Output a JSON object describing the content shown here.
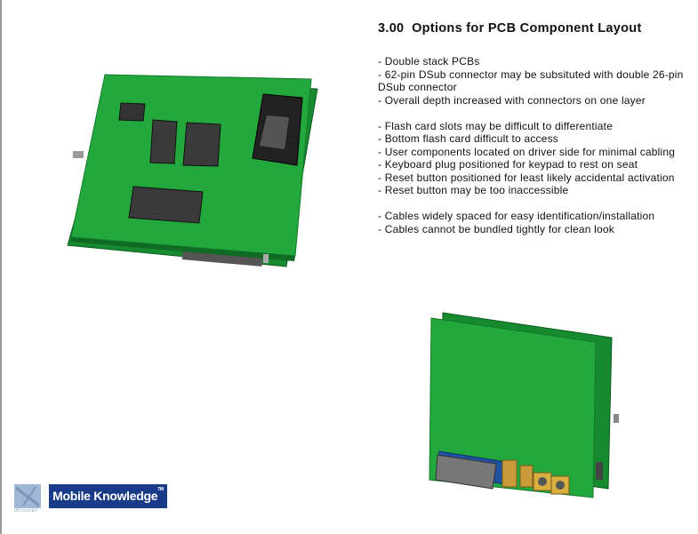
{
  "slide": {
    "title": "3.00  Options for PCB Component Layout",
    "bullet_groups": [
      [
        "- Double stack PCBs",
        "- 62-pin DSub connector may be subsituted with double 26-pin DSub connector",
        "- Overall depth increased with connectors on one layer"
      ],
      [
        "- Flash card slots may be difficult to differentiate",
        "- Bottom flash card difficult to access",
        "- User components located on driver side for minimal cabling",
        "- Keyboard plug positioned for keypad to rest on seat",
        "- Reset button positioned for least likely accidental activation",
        "- Reset button may be too inaccessible"
      ],
      [
        "- Cables widely spaced for easy identification/installation",
        "- Cables cannot be bundled tightly for clean look"
      ]
    ]
  },
  "logos": {
    "left_logo_text": "Winsonan",
    "right_logo_text": "Mobile Knowledge",
    "right_logo_tm": "TM"
  },
  "colors": {
    "pcb_green": "#1fa23a",
    "logo_blue": "#1a3a8a"
  }
}
